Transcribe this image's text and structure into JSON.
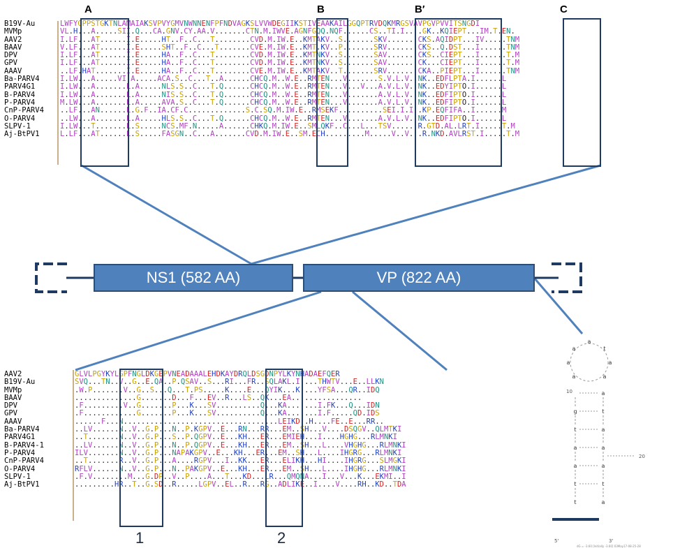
{
  "top_alignment": {
    "names": [
      "B19V-Au",
      "MVMp",
      "AAV2",
      "BAAV",
      "DPV",
      "GPV",
      "AAAV",
      "Ba-PARV4",
      "PARV4G1",
      "B-PARV4",
      "P-PARV4",
      "CnP-PARV4",
      "O-PARV4",
      "SLPV-1",
      "Aj-BtPV1"
    ],
    "rows": [
      "LWFYGPPSTGKTNLAMAIAKSVPVYGMVNWNNENFPFNDVAGKSLVVWDEGIIKSTIVEAAKAILGGQPTRVDQKMRGSVAVPGVPVVITSNGDI",
      "VL.H...A.....SII.Q...CA.GNV.CY.AA.V.......CTN.M.IWVE.AGNFGQQ.NQF......CS..TI.I....GK..KQIEPT...IM.T.EN.",
      "I.LF...AT......I.E.....HT..F..C...T........CVD.M.IW.E..KMTAKV..S.......SKV.......CKS.AQIDPT...IV.....TNM",
      "V.LF...AT......I.E.....SHT..F..C...T.......CVE.M.IW.E..KMT.KV..P.......SRV.......CKS..Q.DST...I......TNM",
      "I.LF...AT......I.E.....HA..F..C...T........CVD.M.IW.E..KMTNKV..S.......SAV.......CKS..CIEPT...I......T.M",
      "I.LF...AT......I.E.....HA..F..C...T........CVD.M.IW.E..KMTNKV..S.......SAV.......CK...CIEPT...I......T.M",
      "..LF.HAT.......I.E.....HA..F..C...T........CVE.M.IW.E..KMTAKV..T.......SRV.......CKA..PIEPT...I......TNM",
      "I.LW...A.....VI.A.....ACA.S..C...T..A......CHCQ.M..W.E..RMTEN...V.......S.V.L.V..NK..EDFLPTA.I......L",
      "I.LW...A.......L.A.....NLS.S..C...T.Q......CHCQ.M..W.E..RMTEN...V...V...A.V.L.V..NK..EDYIPTO.I......L",
      "I.LW...A.......L.A.....NIS.S..C...T.Q......CHCQ.M..W.E..RMTEN...V.......A.V.L.V..NK..EDFIPTO.I......L",
      "M.LW...A.......L.A.....AVA.S..C...T.Q......CHCQ.M..W.E..RMTEN...V.......A.V.L.V..NK..EDFIPTO.I......L",
      "..LF...AN......L.G.F..IA.CF.C.............S.C.SQ.M.IW.E..RMSEKF..........SEI.I.I..KP.EQFIFA..I......M",
      "..LW...A.......L.A.....HLS.S..C...T.Q......CHCQ.M..W.E..RMTEN...V.......A.V.L.V..NK..EDFIPTO.I......L",
      "I.LW...T.......L.S.....NCS.MF.N.....A......CHKQ.M.IW.E..SMLQKF..C...L...TSV......R.GTD.AL.LRT.I.....T.M",
      "L.LF...AT......L.S.....FASGN..C...A.......CVD.M.IW.E..SM.ECH.........M.....V..V...R.NKD.AVLRST.I.....T.M"
    ],
    "site_labels": [
      "A",
      "B",
      "B′",
      "C"
    ]
  },
  "genome": {
    "ns1_label": "NS1 (582 AA)",
    "vp_label": "VP (822 AA)"
  },
  "bottom_alignment": {
    "names": [
      "AAV2",
      "B19V-Au",
      "MVMp",
      "BAAV",
      "DPV",
      "GPV",
      "AAAV",
      "Ba-PARV4",
      "PARV4G1",
      "B-PARV4-1",
      "P-PARV4",
      "CnP-PARV4",
      "O-PARV4",
      "SLPV-1",
      "Aj-BtPV1"
    ],
    "rows": [
      "GLVLPGYKYLGPFNGLDKGEPVNEADAAALEHDKAYDRQLDSGDNPYLKYNHADAEFQER",
      "SVQ...TN..V..G..E.QA..P.QSAV..S...RI...FR..SQLAKL.I....THWTV...E..LLKN",
      ".W.P.......V..G..S...Q...T.PS.....K....E...QYIK...K....YFSA...QR..IDQ",
      "..............G.......D...F...EV..R...LS..QK...EA................",
      ".F.........V..G.......P...K...SV..........Q...KA.......I.FK...Q...IDN",
      ".F............G.......P...K...SV..........Q...KA.......I.F.....QD.IDS",
      "......F...N...................................LEIKD..H....FE..E...RR..",
      "..LV......N..V..G.P...N..P.KGPV..E...RN...RR...EM..SH...V....DSQGV..QLMTKI",
      "..T.......N..V..G.P...S..P.QGPV..E...KH...ER...EMIEH...I....HGHG...RLMNKI",
      "..LV......N..V..G.P...N..P.QGPV..E...KH...ER...EM..SH...L....VHGHG...RLMNKI",
      "ILV.......N..V..G.P...NAPAKGPV..E...KH...ER...EM..SH...L....IHGRG...RLMNKI",
      "..T.......R..V..G.P...A....RGPV...I..KK...ER...ELIKH...HI....IHGRG...SLMGKI",
      "RFLV......N..V..G.P...N..PAKGPV..E...KH...ER...EM..SH...L....IHGHG...RLMNKI",
      ".F.V........M...G.DP..V..P....A...T...KD...LR...QMQNA...I...V...K...EKMI..I",
      ".........HR..T..G.SD..R.....LGPV..EL..R...RG..ADLIKE..I....V....RH..KD..TDA"
    ],
    "motif_labels": [
      "1",
      "2"
    ]
  },
  "hairpin": {
    "bases": [
      "a",
      "t",
      "a",
      "a",
      "a",
      "a",
      "a",
      "a",
      "t",
      "a",
      "a",
      "a",
      "t",
      "a",
      "t",
      "t",
      "a",
      "a",
      "t",
      "g"
    ],
    "position_labels": [
      "10",
      "20",
      "5'",
      "3'"
    ],
    "caption": "dG = -3.60 [Initially -3.60] 03May17-08-25-28"
  },
  "colors": {
    "box_border": "#1f3a60",
    "gene_fill": "#4f81bd",
    "connector": "#4f81bd"
  }
}
